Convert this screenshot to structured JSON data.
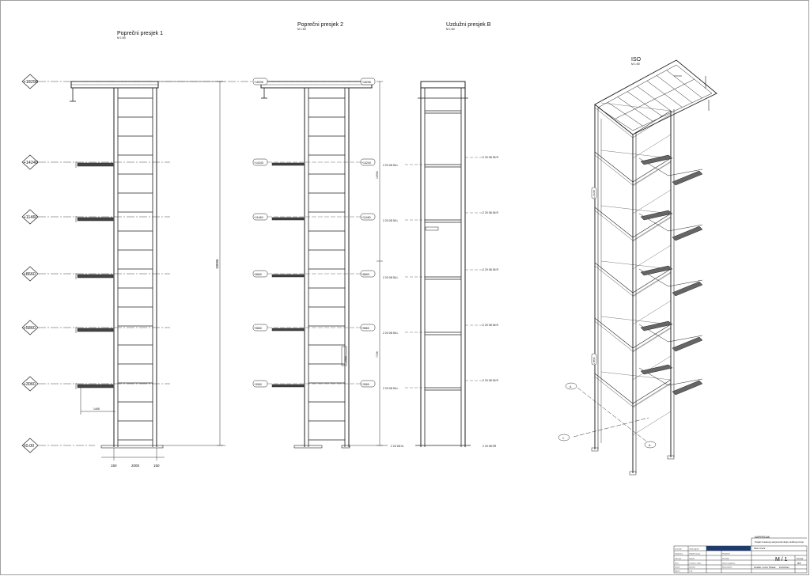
{
  "views": {
    "section1": {
      "title": "Poprečni presjek 1",
      "scale": "M 1:50"
    },
    "section2": {
      "title": "Poprečni presjek 2",
      "scale": "M 1:50"
    },
    "sectionB": {
      "title": "Uzdužni presjek B",
      "scale": "M 1:50"
    },
    "iso": {
      "title": "ISO",
      "scale": "M 1:50"
    }
  },
  "levels": [
    "+18296",
    "+14240",
    "+11460",
    "+8660",
    "+5860",
    "+3060",
    "±0.00"
  ],
  "dimensions": {
    "total_height": "18096",
    "base_widths": [
      "150",
      "2000",
      "150"
    ],
    "platform_width": "1495",
    "sec2_upper": "10900",
    "sec2_lower": "7196",
    "sec2_bracket": "2900"
  },
  "profile_labels": [
    "2 20 08 36 L",
    "2 20 08 36 R",
    "2 20 08 0L",
    "2 20 08 0R"
  ],
  "iso_markers": {
    "a": "A",
    "one": "1"
  },
  "iso_level_tags": [
    "+14240",
    "+5860"
  ],
  "title_block": {
    "company": "NAPREDAK",
    "project": "Projekt izvedenog stanja konstrukcije stubišnog tornja",
    "drawing_label": "Naziv crteža",
    "drawing_no": "M / 1",
    "author": "Izradio: Lovro Šostar",
    "checked": "Kontrolirao",
    "format_label": "Format",
    "format": "A3",
    "left_cells": [
      "Investitor",
      "Građevina",
      "Lokacija",
      "Faza",
      "Datum",
      "Mjerilo"
    ],
    "left_values": [
      "Grad Zagreb",
      "Stubišni toranj",
      "Zagreb",
      "Izvedeno stanje",
      "03.2021",
      "1:50"
    ],
    "mid_cells": [
      "Projektant",
      "Suradnik",
      "Glavni projektant",
      "Broj projekta"
    ]
  }
}
